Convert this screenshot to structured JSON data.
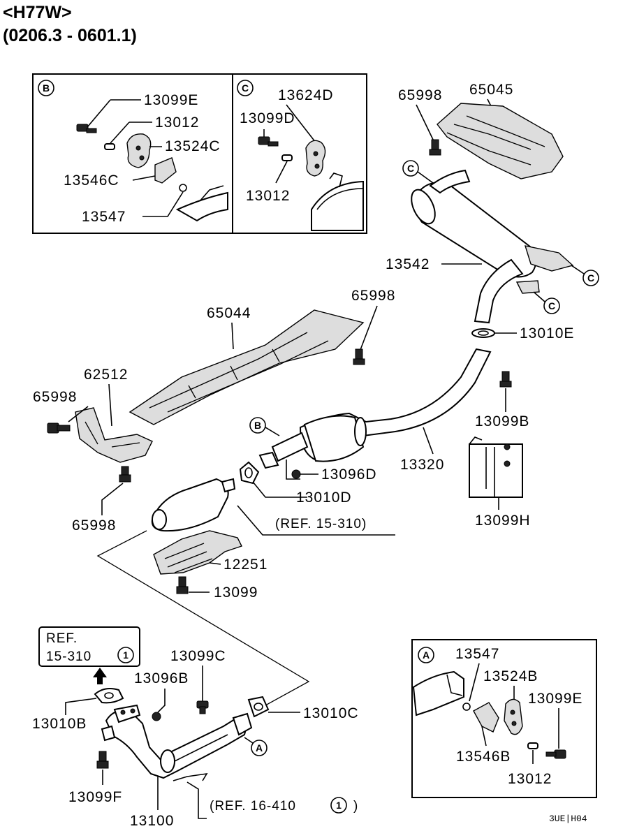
{
  "header": {
    "model": "<H77W>",
    "range": "(0206.3 - 0601.1)"
  },
  "detail_views": {
    "B": "B",
    "C": "C",
    "A": "A"
  },
  "part_numbers": {
    "p13099E_b": "13099E",
    "p13012_b": "13012",
    "p13524C": "13524C",
    "p13546C": "13546C",
    "p13547_b": "13547",
    "p13624D": "13624D",
    "p13099D": "13099D",
    "p13012_c": "13012",
    "p65998_a": "65998",
    "p65045": "65045",
    "p13542": "13542",
    "p65998_b": "65998",
    "p65044": "65044",
    "p13010E": "13010E",
    "p62512": "62512",
    "p65998_c": "65998",
    "p13099B": "13099B",
    "p13320": "13320",
    "p13096D": "13096D",
    "p13010D": "13010D",
    "p13099H": "13099H",
    "p65998_d": "65998",
    "p12251": "12251",
    "p13099": "13099",
    "p13099C": "13099C",
    "p13096B": "13096B",
    "p13010C": "13010C",
    "p13010B": "13010B",
    "p13099F": "13099F",
    "p13100": "13100",
    "p13547_a": "13547",
    "p13524B": "13524B",
    "p13099E_a": "13099E",
    "p13546B": "13546B",
    "p13012_a": "13012"
  },
  "references": {
    "ref_15_310": "(REF. 15-310)",
    "ref_box_line1": "REF.",
    "ref_box_line2": "15-310",
    "ref_box_circle": "1",
    "ref_16_410": "(REF. 16-410",
    "ref_16_410_circle": "1",
    "ref_16_410_close": ")"
  },
  "footer": {
    "drawing_code": "3UE|H04"
  }
}
